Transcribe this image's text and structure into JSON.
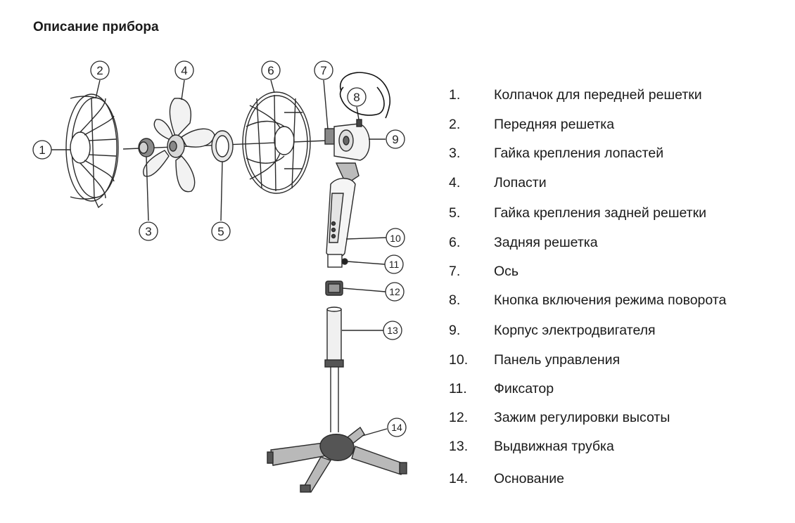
{
  "title": "Описание прибора",
  "callouts": [
    "1",
    "2",
    "3",
    "4",
    "5",
    "6",
    "7",
    "8",
    "9",
    "10",
    "11",
    "12",
    "13",
    "14"
  ],
  "legend": [
    {
      "num": "1.",
      "label": "Колпачок для передней решетки"
    },
    {
      "num": "2.",
      "label": "Передняя решетка"
    },
    {
      "num": "3.",
      "label": "Гайка крепления лопастей"
    },
    {
      "num": "4.",
      "label": "Лопасти"
    },
    {
      "num": "5.",
      "label": "Гайка крепления задней решетки"
    },
    {
      "num": "6.",
      "label": "Задняя решетка"
    },
    {
      "num": "7.",
      "label": "Ось"
    },
    {
      "num": "8.",
      "label": "Кнопка включения режима поворота"
    },
    {
      "num": "9.",
      "label": "Корпус электродвигателя"
    },
    {
      "num": "10.",
      "label": "Панель управления"
    },
    {
      "num": "11.",
      "label": "Фиксатор"
    },
    {
      "num": "12.",
      "label": "Зажим регулировки высоты"
    },
    {
      "num": "13.",
      "label": "Выдвижная трубка"
    },
    {
      "num": "14.",
      "label": "Основание"
    }
  ],
  "colors": {
    "line": "#2a2a2a",
    "blade": "#f2f2f2",
    "base": "#b9b9b9",
    "hub": "#555555"
  }
}
